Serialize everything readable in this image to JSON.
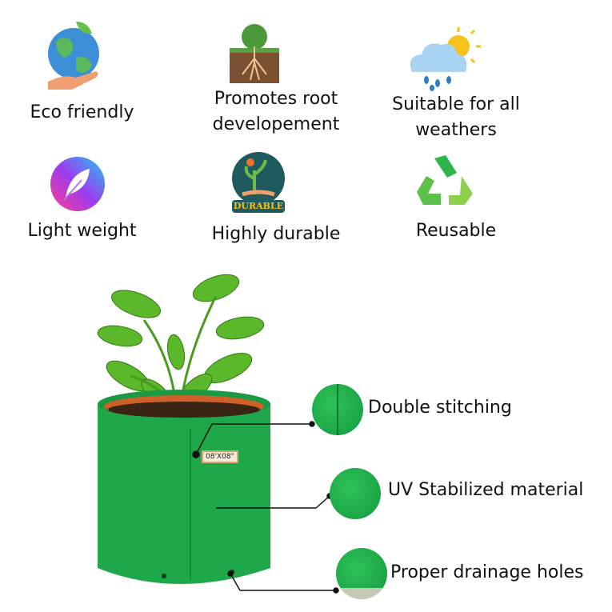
{
  "features": [
    {
      "label": "Eco friendly",
      "icon": "earth-hand-icon"
    },
    {
      "label": "Promotes root developement",
      "icon": "tree-roots-icon"
    },
    {
      "label": "Suitable for all weathers",
      "icon": "sun-rain-cloud-icon"
    },
    {
      "label": "Light weight",
      "icon": "feather-icon"
    },
    {
      "label": "Highly durable",
      "icon": "durable-badge-icon"
    },
    {
      "label": "Reusable",
      "icon": "recycle-icon"
    }
  ],
  "durable_badge_text": "DURABLE",
  "product": {
    "size_tag": "08'X08\"",
    "bag_color": "#1fa84a"
  },
  "callouts": [
    {
      "label": "Double stitching"
    },
    {
      "label": "UV Stabilized material"
    },
    {
      "label": "Proper drainage holes"
    }
  ]
}
